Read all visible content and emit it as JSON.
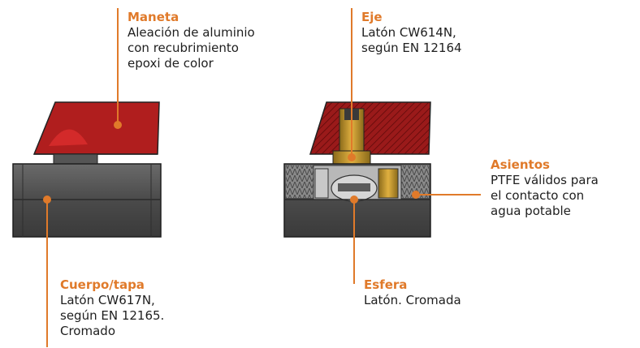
{
  "accent_color": "#e07a2a",
  "text_color": "#1e1e1e",
  "labels": {
    "maneta": {
      "title": "Maneta",
      "lines": [
        "Aleación de aluminio",
        "con recubrimiento",
        "epoxi de color"
      ]
    },
    "eje": {
      "title": "Eje",
      "lines": [
        "Latón CW614N,",
        "según EN 12164"
      ]
    },
    "asientos": {
      "title": "Asientos",
      "lines": [
        "PTFE válidos para",
        "el contacto con",
        "agua potable"
      ]
    },
    "cuerpo": {
      "title": "Cuerpo/tapa",
      "lines": [
        "Latón CW617N,",
        "según EN 12165.",
        "Cromado"
      ]
    },
    "esfera": {
      "title": "Esfera",
      "lines": [
        "Latón. Cromada"
      ]
    }
  }
}
